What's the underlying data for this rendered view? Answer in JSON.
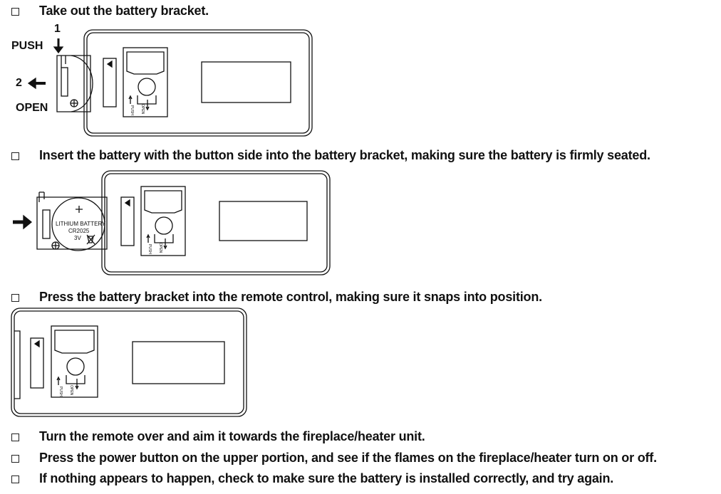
{
  "steps": [
    "Take out the battery bracket.",
    "Insert the battery with the button side into the battery bracket, making sure the battery is firmly seated.",
    "Press the battery bracket into the remote control, making sure it snaps into position.",
    "Turn the remote over and aim it towards the fireplace/heater unit.",
    "Press the power button on the upper portion, and see if the flames on the fireplace/heater turn on or off.",
    "If nothing appears to happen, check to make sure the battery is installed correctly, and try again."
  ],
  "diagram1": {
    "step_1": "1",
    "push": "PUSH",
    "step_2": "2",
    "open": "OPEN"
  },
  "diagram2": {
    "battery_brand": "LITHIUM BATTERY",
    "battery_model": "CR2025",
    "battery_voltage": "3V"
  },
  "latch": {
    "push": "PUSH",
    "open": "OPEN"
  },
  "icons": [
    "checkbox-icon",
    "down-arrow-icon",
    "left-arrow-icon",
    "right-arrow-icon",
    "plus-icon",
    "ground-symbol-icon"
  ]
}
